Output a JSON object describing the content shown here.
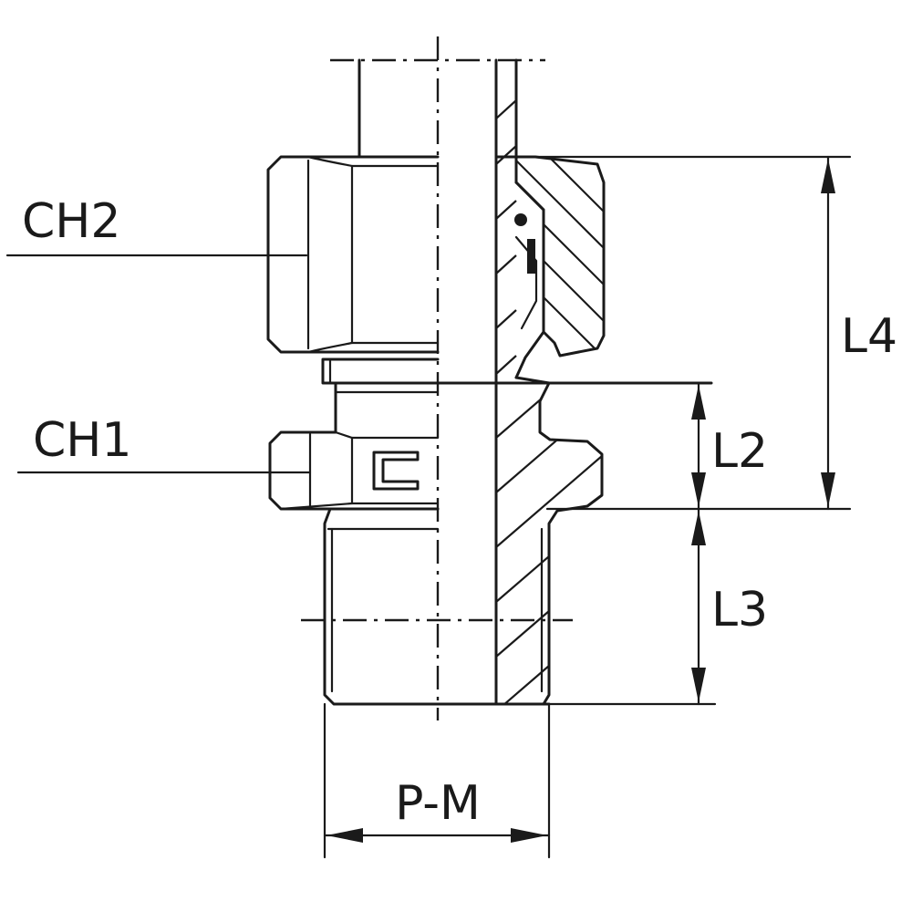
{
  "labels": {
    "ch2": "CH2",
    "ch1": "CH1",
    "l4": "L4",
    "l2": "L2",
    "l3": "L3",
    "pm": "P-M"
  },
  "colors": {
    "line": "#1a1a1a",
    "background": "#ffffff"
  }
}
